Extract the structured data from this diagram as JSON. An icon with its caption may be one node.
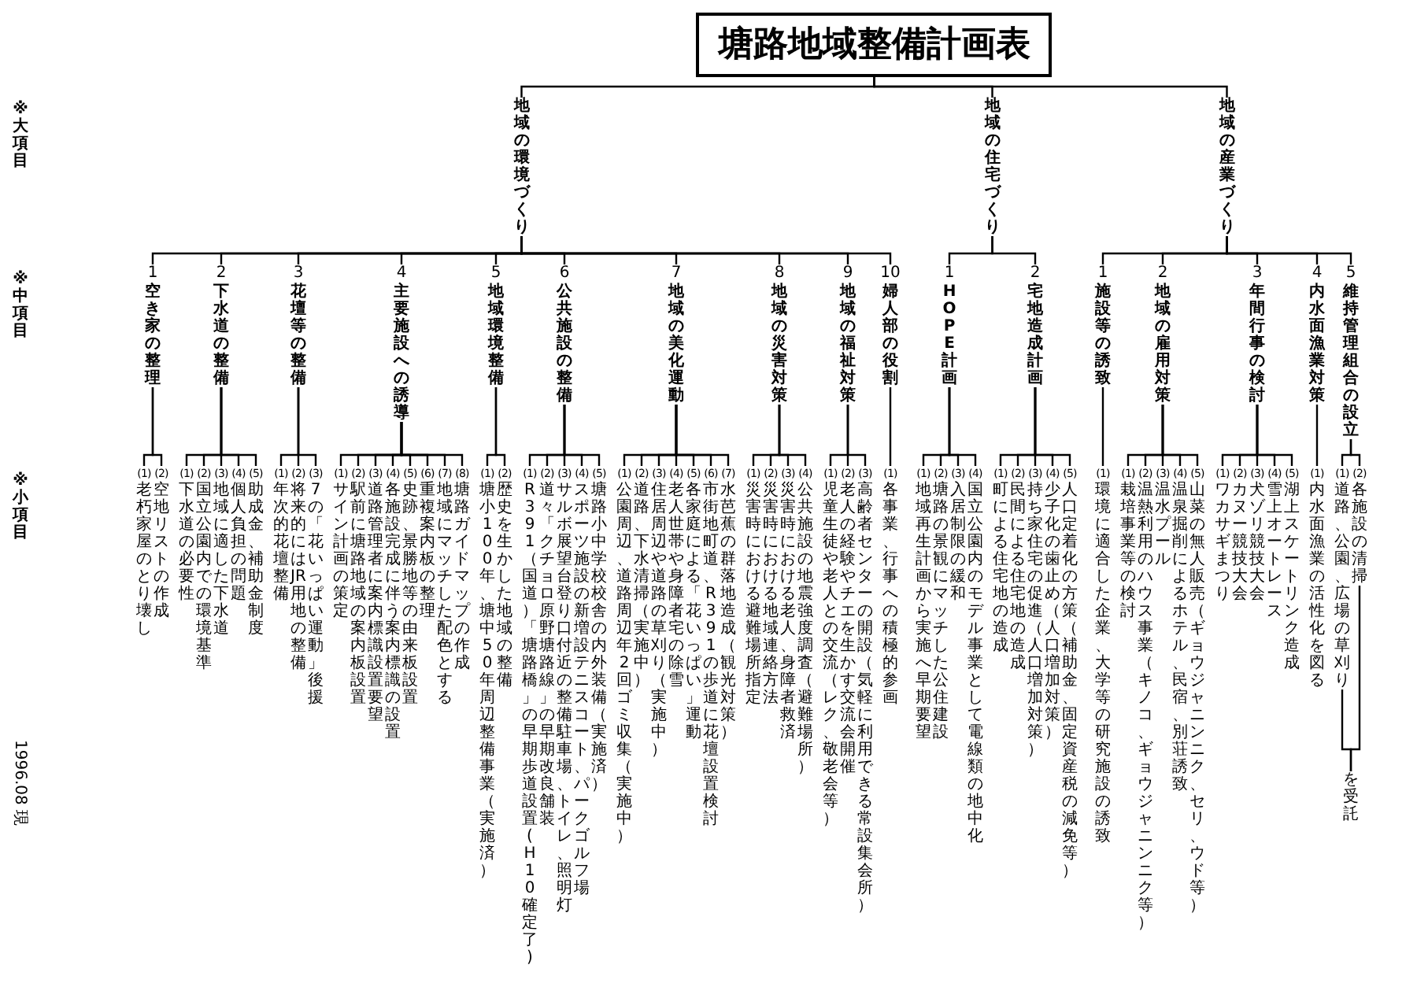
{
  "diagram": {
    "nodes": [
      {
        "text": [
          "塘路地域整備計画表"
        ]
      },
      {
        "text": [
          "地域の環境づくり"
        ]
      },
      {
        "text": [
          "地域の住宅づくり"
        ]
      },
      {
        "text": [
          "地域の産業づくり"
        ]
      },
      {
        "text": [
          "1",
          "空き家の整理"
        ]
      },
      {
        "text": [
          "2",
          "下水道の整備"
        ]
      },
      {
        "text": [
          "3",
          "花壇等の整備"
        ]
      },
      {
        "text": [
          "4",
          "主要施設への誘導"
        ]
      },
      {
        "text": [
          "5",
          "地域環境整備"
        ]
      },
      {
        "text": [
          "6",
          "公共施設の整備"
        ]
      },
      {
        "text": [
          "7",
          "地域の美化運動"
        ]
      },
      {
        "text": [
          "8",
          "地域の災害対策"
        ]
      },
      {
        "text": [
          "9",
          "地域の福祉対策"
        ]
      },
      {
        "text": [
          "10",
          "婦人部の役割"
        ]
      },
      {
        "text": [
          "1",
          "HOPE計画"
        ]
      },
      {
        "text": [
          "2",
          "宅地造成計画"
        ]
      },
      {
        "text": [
          "1",
          "施設等の誘致"
        ]
      },
      {
        "text": [
          "2",
          "地域の雇用対策"
        ]
      },
      {
        "text": [
          "3",
          "年間行事の検討"
        ]
      },
      {
        "text": [
          "4",
          "内水面漁業対策"
        ]
      },
      {
        "text": [
          "5",
          "維持管理組合の設立"
        ]
      },
      {
        "text": [
          "(1)",
          "老朽家屋のとり壊し"
        ]
      },
      {
        "text": [
          "(2)",
          "空地リストの作成"
        ]
      },
      {
        "text": [
          "(1)",
          "下水道の必要性"
        ]
      },
      {
        "text": [
          "(2)",
          "国立公園内での環境基準"
        ]
      },
      {
        "text": [
          "(3)",
          "地域に適した下水道"
        ]
      },
      {
        "text": [
          "(4)",
          "個人負担の問題"
        ]
      },
      {
        "text": [
          "(5)",
          "助成金、補助金制度"
        ]
      },
      {
        "text": [
          "(1)",
          "年次的花壇整備"
        ]
      },
      {
        "text": [
          "(2)",
          "将来的にはJR用地の整備"
        ]
      },
      {
        "text": [
          "(3)",
          "7の「花いっぱい運動」後援"
        ]
      },
      {
        "text": [
          "(1)",
          "サイン計画の策定"
        ]
      },
      {
        "text": [
          "(2)",
          "駅前に塘路地域の案内板設置"
        ]
      },
      {
        "text": [
          "(3)",
          "道路管理者に案内標識設置要望"
        ]
      },
      {
        "text": [
          "(4)",
          "各施設完成に伴う案内標識の設置"
        ]
      },
      {
        "text": [
          "(5)",
          "史跡、景勝地等の由来板設置"
        ]
      },
      {
        "text": [
          "(6)",
          "重複案内板の整理"
        ]
      },
      {
        "text": [
          "(7)",
          "地域にマッチした配色とする"
        ]
      },
      {
        "text": [
          "(8)",
          "塘路ガイドマップの作成"
        ]
      },
      {
        "text": [
          "(1)",
          "塘小100年、塘中50年周辺整備事業（実施済）"
        ]
      },
      {
        "text": [
          "(2)",
          "歴史を生かした地域の整備"
        ]
      },
      {
        "text": [
          "(1)",
          "R391（国道）「塘路橋」の早期歩道設置(H10確定了)"
        ]
      },
      {
        "text": [
          "(2)",
          "道々「クチョロ原野塘路線」の早期改良舗装"
        ]
      },
      {
        "text": [
          "(3)",
          "サルボ展望台登り口付近の整備駐車場、トイレ、照明灯"
        ]
      },
      {
        "text": [
          "(4)",
          "スポーツ施設の新増設テニスコート、パークゴルフ場"
        ]
      },
      {
        "text": [
          "(5)",
          "塘路小中学校校舎の内外装備（実施済）"
        ]
      },
      {
        "text": [
          "(1)",
          "公園周辺、道路周辺年2回ゴミ収集（実施中）"
        ]
      },
      {
        "text": [
          "(2)",
          "道路、下水清掃（実施中）"
        ]
      },
      {
        "text": [
          "(3)",
          "住居周辺や道路の草刈り（実施中）"
        ]
      },
      {
        "text": [
          "(4)",
          "老人世帯や身障者宅の除雪"
        ]
      },
      {
        "text": [
          "(5)",
          "各家庭による「花いっぱい」運動"
        ]
      },
      {
        "text": [
          "(6)",
          "市街地町道、R391の歩道に花壇設置検討"
        ]
      },
      {
        "text": [
          "(7)",
          "水芭蕉の群落地造成（観光対策）"
        ]
      },
      {
        "text": [
          "(1)",
          "災害時における避難場所指定"
        ]
      },
      {
        "text": [
          "(2)",
          "災害時における地域連絡方法"
        ]
      },
      {
        "text": [
          "(3)",
          "災害時における老人、身障者救済"
        ]
      },
      {
        "text": [
          "(4)",
          "公共施設の地震強度調査（避難場所）"
        ]
      },
      {
        "text": [
          "(1)",
          "児童生徒や老人との交流（レク、敬老会等）"
        ]
      },
      {
        "text": [
          "(2)",
          "老人の経験やチエを生かす交流会開催"
        ]
      },
      {
        "text": [
          "(3)",
          "高齢者センターの開設（気軽に利用できる常設集会所）"
        ]
      },
      {
        "text": [
          "(1)",
          "各事業、行事への積極的参画"
        ]
      },
      {
        "text": [
          "(1)",
          "地域再生計画から実施へ早期要望"
        ]
      },
      {
        "text": [
          "(2)",
          "塘路の景観にマッチした公住建設"
        ]
      },
      {
        "text": [
          "(3)",
          "入居制限の緩和"
        ]
      },
      {
        "text": [
          "(4)",
          "国立公園内のモデル事業として電線類の地中化"
        ]
      },
      {
        "text": [
          "(1)",
          "町による住宅地の造成"
        ]
      },
      {
        "text": [
          "(2)",
          "民間による住宅地の造成"
        ]
      },
      {
        "text": [
          "(3)",
          "持ち家住宅の促進（人口増加対策）"
        ]
      },
      {
        "text": [
          "(4)",
          "少子化の歯止め（人口増加対策）"
        ]
      },
      {
        "text": [
          "(5)",
          "人口定着化の方策（補助金、固定資産税の減免等）"
        ]
      },
      {
        "text": [
          "(1)",
          "環境に適合した企業、大学等の研究施設の誘致"
        ]
      },
      {
        "text": [
          "(1)",
          "栽培事業等の検討"
        ]
      },
      {
        "text": [
          "(2)",
          "温熱利用のハウス事業（キノコ、ギョウジャニンニク等）"
        ]
      },
      {
        "text": [
          "(3)",
          "温水プール"
        ]
      },
      {
        "text": [
          "(4)",
          "温泉掘削によるホテル、民宿、別荘誘致"
        ]
      },
      {
        "text": [
          "(5)",
          "山菜の無人販売（ギョウジャニンニク、セリ、ウド等）"
        ]
      },
      {
        "text": [
          "(1)",
          "ワカサギまつり"
        ]
      },
      {
        "text": [
          "(2)",
          "カヌー競技大会"
        ]
      },
      {
        "text": [
          "(3)",
          "犬ゾリ競技大会"
        ]
      },
      {
        "text": [
          "(4)",
          "雪上オートレース"
        ]
      },
      {
        "text": [
          "(5)",
          "湖上スケートリンク造成"
        ]
      },
      {
        "text": [
          "(1)",
          "内水面漁業の活性化を図る"
        ]
      },
      {
        "text": [
          "(1)",
          "道路、公園、広場の草刈り"
        ]
      },
      {
        "text": [
          "(2)",
          "各施設の清掃"
        ]
      },
      {
        "text": [
          "を受託"
        ]
      }
    ],
    "edges": [
      {
        "from": 0,
        "to": 1,
        "arrow": "none"
      },
      {
        "from": 0,
        "to": 2,
        "arrow": "none"
      },
      {
        "from": 0,
        "to": 3,
        "arrow": "none"
      },
      {
        "from": 1,
        "to": 4,
        "arrow": "none"
      },
      {
        "from": 1,
        "to": 5,
        "arrow": "none"
      },
      {
        "from": 1,
        "to": 6,
        "arrow": "none"
      },
      {
        "from": 1,
        "to": 7,
        "arrow": "none"
      },
      {
        "from": 1,
        "to": 8,
        "arrow": "none"
      },
      {
        "from": 1,
        "to": 9,
        "arrow": "none"
      },
      {
        "from": 1,
        "to": 10,
        "arrow": "none"
      },
      {
        "from": 1,
        "to": 11,
        "arrow": "none"
      },
      {
        "from": 1,
        "to": 12,
        "arrow": "none"
      },
      {
        "from": 1,
        "to": 13,
        "arrow": "none"
      },
      {
        "from": 2,
        "to": 14,
        "arrow": "none"
      },
      {
        "from": 2,
        "to": 15,
        "arrow": "none"
      },
      {
        "from": 3,
        "to": 16,
        "arrow": "none"
      },
      {
        "from": 3,
        "to": 17,
        "arrow": "none"
      },
      {
        "from": 3,
        "to": 18,
        "arrow": "none"
      },
      {
        "from": 3,
        "to": 19,
        "arrow": "none"
      },
      {
        "from": 3,
        "to": 20,
        "arrow": "none"
      },
      {
        "from": 4,
        "to": 21,
        "arrow": "none"
      },
      {
        "from": 4,
        "to": 22,
        "arrow": "none"
      },
      {
        "from": 5,
        "to": 23,
        "arrow": "none"
      },
      {
        "from": 5,
        "to": 24,
        "arrow": "none"
      },
      {
        "from": 5,
        "to": 25,
        "arrow": "none"
      },
      {
        "from": 5,
        "to": 26,
        "arrow": "none"
      },
      {
        "from": 5,
        "to": 27,
        "arrow": "none"
      },
      {
        "from": 6,
        "to": 28,
        "arrow": "none"
      },
      {
        "from": 6,
        "to": 29,
        "arrow": "none"
      },
      {
        "from": 6,
        "to": 30,
        "arrow": "none"
      },
      {
        "from": 7,
        "to": 31,
        "arrow": "none"
      },
      {
        "from": 7,
        "to": 32,
        "arrow": "none"
      },
      {
        "from": 7,
        "to": 33,
        "arrow": "none"
      },
      {
        "from": 7,
        "to": 34,
        "arrow": "none"
      },
      {
        "from": 7,
        "to": 35,
        "arrow": "none"
      },
      {
        "from": 7,
        "to": 36,
        "arrow": "none"
      },
      {
        "from": 7,
        "to": 37,
        "arrow": "none"
      },
      {
        "from": 7,
        "to": 38,
        "arrow": "none"
      },
      {
        "from": 8,
        "to": 39,
        "arrow": "none"
      },
      {
        "from": 8,
        "to": 40,
        "arrow": "none"
      },
      {
        "from": 9,
        "to": 41,
        "arrow": "none"
      },
      {
        "from": 9,
        "to": 42,
        "arrow": "none"
      },
      {
        "from": 9,
        "to": 43,
        "arrow": "none"
      },
      {
        "from": 9,
        "to": 44,
        "arrow": "none"
      },
      {
        "from": 9,
        "to": 45,
        "arrow": "none"
      },
      {
        "from": 10,
        "to": 46,
        "arrow": "none"
      },
      {
        "from": 10,
        "to": 47,
        "arrow": "none"
      },
      {
        "from": 10,
        "to": 48,
        "arrow": "none"
      },
      {
        "from": 10,
        "to": 49,
        "arrow": "none"
      },
      {
        "from": 10,
        "to": 50,
        "arrow": "none"
      },
      {
        "from": 10,
        "to": 51,
        "arrow": "none"
      },
      {
        "from": 10,
        "to": 52,
        "arrow": "none"
      },
      {
        "from": 11,
        "to": 53,
        "arrow": "none"
      },
      {
        "from": 11,
        "to": 54,
        "arrow": "none"
      },
      {
        "from": 11,
        "to": 55,
        "arrow": "none"
      },
      {
        "from": 11,
        "to": 56,
        "arrow": "none"
      },
      {
        "from": 12,
        "to": 57,
        "arrow": "none"
      },
      {
        "from": 12,
        "to": 58,
        "arrow": "none"
      },
      {
        "from": 12,
        "to": 59,
        "arrow": "none"
      },
      {
        "from": 13,
        "to": 60,
        "arrow": "none"
      },
      {
        "from": 14,
        "to": 61,
        "arrow": "none"
      },
      {
        "from": 14,
        "to": 62,
        "arrow": "none"
      },
      {
        "from": 14,
        "to": 63,
        "arrow": "none"
      },
      {
        "from": 14,
        "to": 64,
        "arrow": "none"
      },
      {
        "from": 15,
        "to": 65,
        "arrow": "none"
      },
      {
        "from": 15,
        "to": 66,
        "arrow": "none"
      },
      {
        "from": 15,
        "to": 67,
        "arrow": "none"
      },
      {
        "from": 15,
        "to": 68,
        "arrow": "none"
      },
      {
        "from": 15,
        "to": 69,
        "arrow": "none"
      },
      {
        "from": 16,
        "to": 70,
        "arrow": "none"
      },
      {
        "from": 17,
        "to": 71,
        "arrow": "none"
      },
      {
        "from": 17,
        "to": 72,
        "arrow": "none"
      },
      {
        "from": 17,
        "to": 73,
        "arrow": "none"
      },
      {
        "from": 17,
        "to": 74,
        "arrow": "none"
      },
      {
        "from": 17,
        "to": 75,
        "arrow": "none"
      },
      {
        "from": 18,
        "to": 76,
        "arrow": "none"
      },
      {
        "from": 18,
        "to": 77,
        "arrow": "none"
      },
      {
        "from": 18,
        "to": 78,
        "arrow": "none"
      },
      {
        "from": 18,
        "to": 79,
        "arrow": "none"
      },
      {
        "from": 18,
        "to": 80,
        "arrow": "none"
      },
      {
        "from": 19,
        "to": 81,
        "arrow": "none"
      },
      {
        "from": 20,
        "to": 82,
        "arrow": "none"
      },
      {
        "from": 20,
        "to": 83,
        "arrow": "none"
      },
      {
        "from": 82,
        "to": 84,
        "arrow": "none"
      },
      {
        "from": 83,
        "to": 84,
        "arrow": "none"
      }
    ],
    "labels": [
      "※大項目",
      "※中項目",
      "※小項目",
      "1996.08 現"
    ]
  }
}
